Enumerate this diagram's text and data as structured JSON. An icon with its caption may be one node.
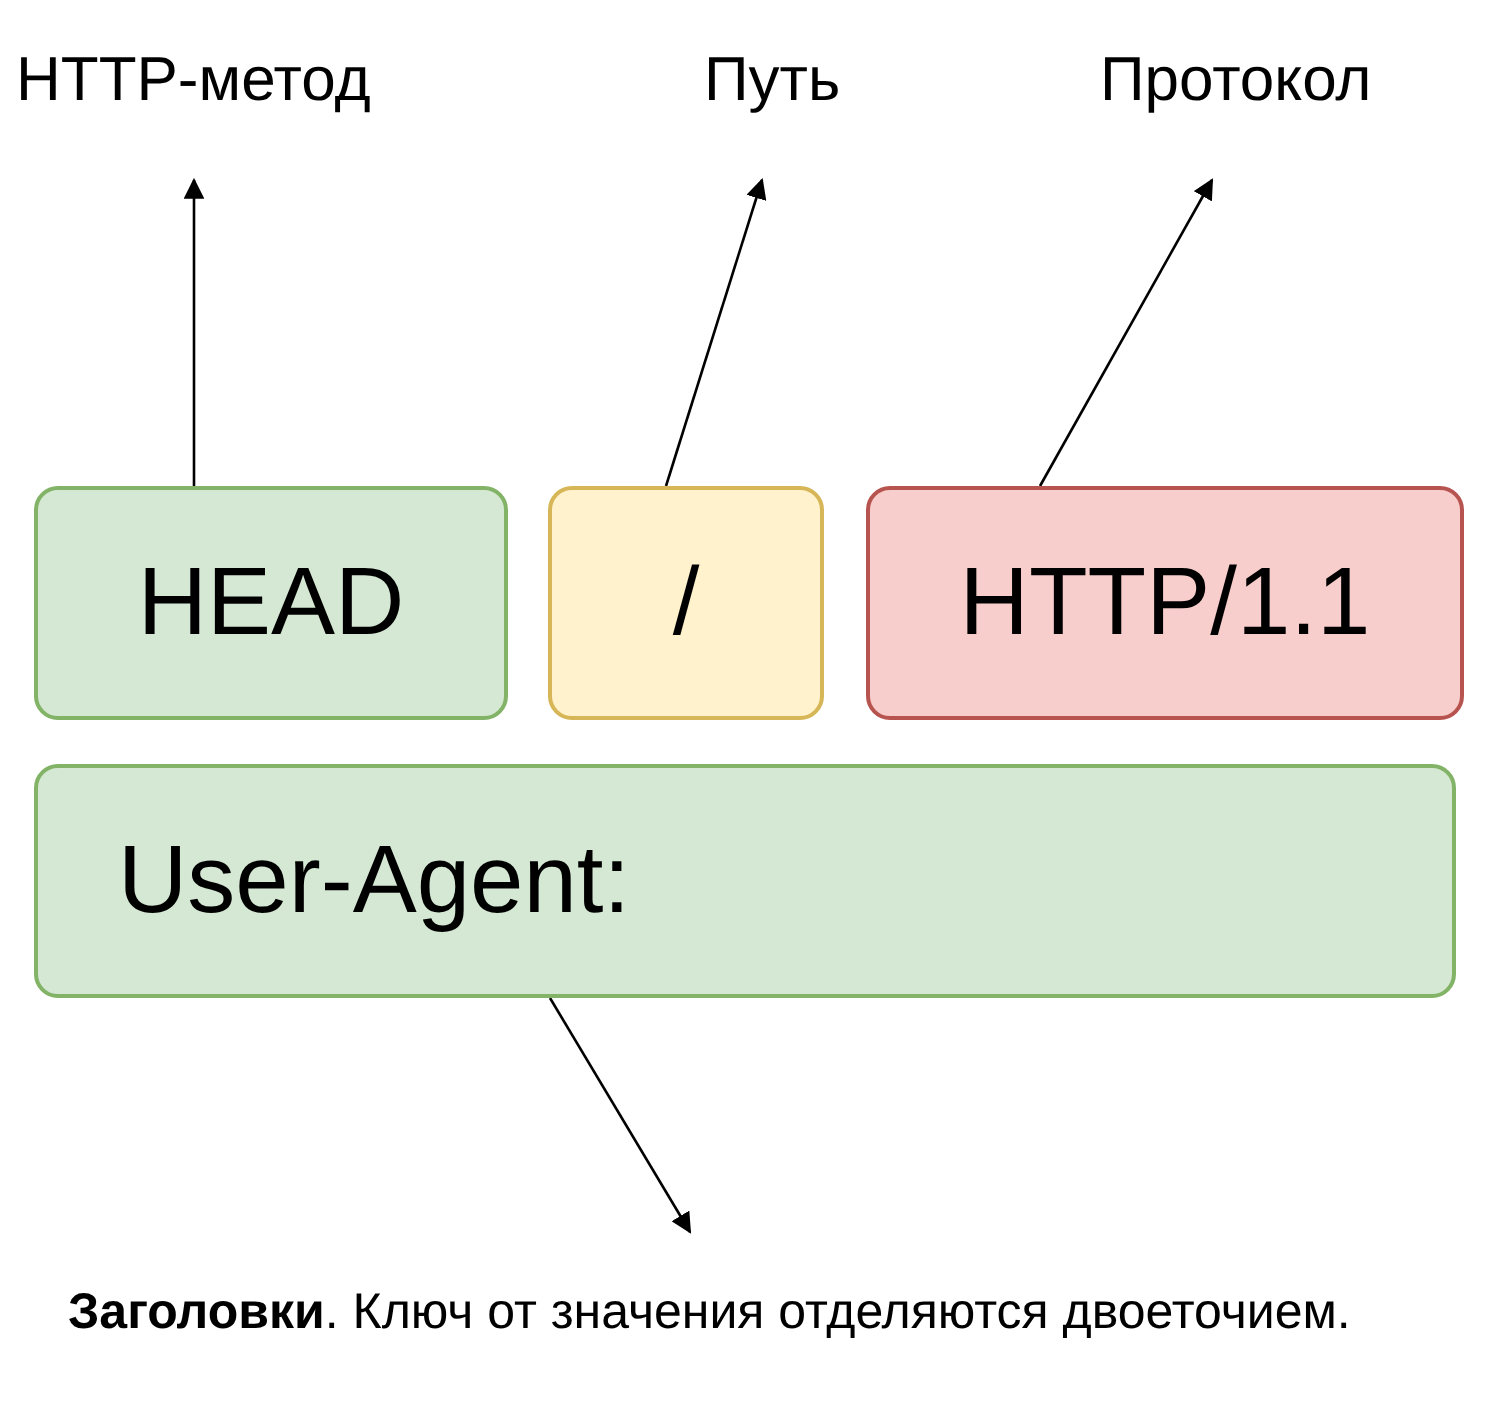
{
  "diagram": {
    "nodes": [
      {
        "text": [
          "HTTP-метод"
        ]
      },
      {
        "text": [
          "Путь"
        ]
      },
      {
        "text": [
          "Протокол"
        ]
      },
      {
        "text": [
          "HEAD"
        ]
      },
      {
        "text": [
          "/"
        ]
      },
      {
        "text": [
          "HTTP/1.1"
        ]
      },
      {
        "text": [
          "User-Agent:"
        ]
      },
      {
        "text": [
          "**Заголовки**. Ключ от значения отделяются двоеточием."
        ]
      }
    ],
    "edges": [
      {
        "from": 3,
        "to": 0,
        "arrow": "to"
      },
      {
        "from": 4,
        "to": 1,
        "arrow": "to"
      },
      {
        "from": 5,
        "to": 2,
        "arrow": "to"
      },
      {
        "from": 6,
        "to": 7,
        "arrow": "to"
      }
    ]
  }
}
